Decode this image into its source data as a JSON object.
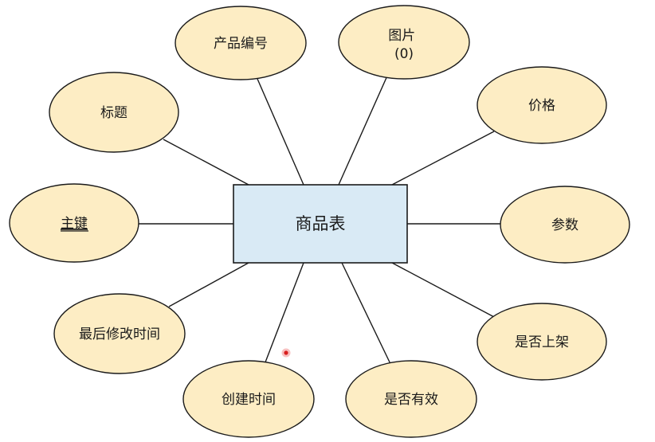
{
  "entity": {
    "name": "商品表",
    "fill": "#d9eaf5"
  },
  "attributes": {
    "product_no": "产品编号",
    "image_line1": "图片",
    "image_line2": "(0)",
    "title": "标题",
    "price": "价格",
    "primary_key": "主键",
    "params": "参数",
    "last_modified": "最后修改时间",
    "is_listed": "是否上架",
    "created_time": "创建时间",
    "is_valid": "是否有效"
  },
  "colors": {
    "attribute_fill": "#fdedc4",
    "entity_fill": "#d9eaf5",
    "line": "#1a1a1a",
    "cursor": "#d81f1f"
  }
}
